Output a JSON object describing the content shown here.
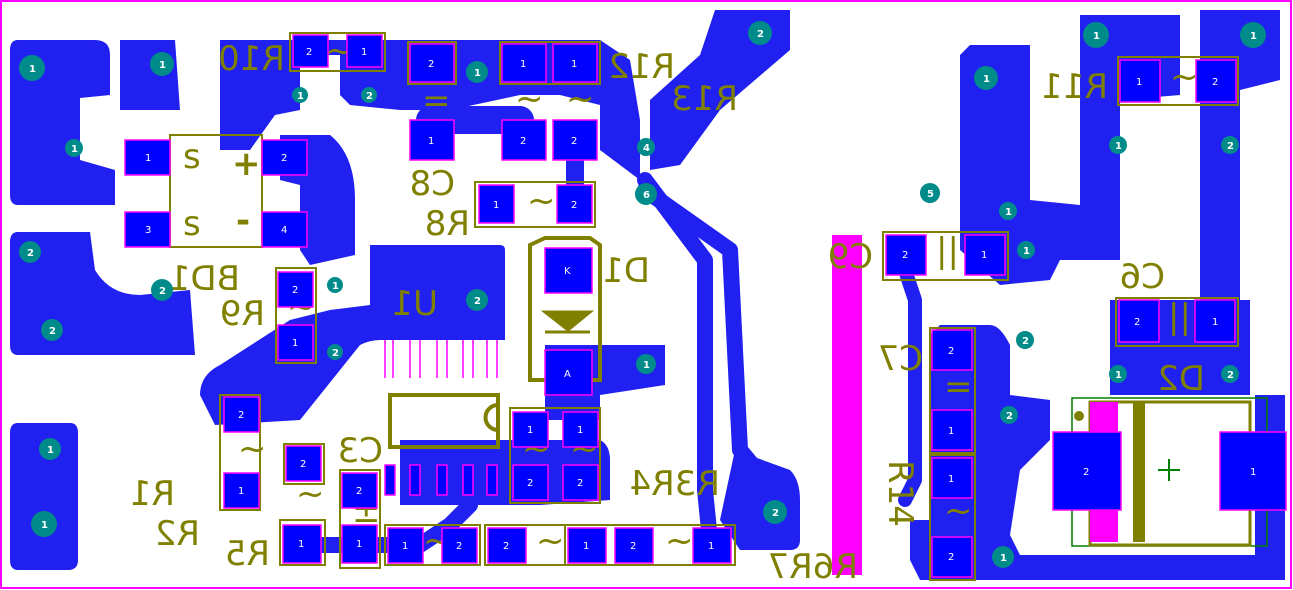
{
  "board": {
    "outline_color": "#ff00ff",
    "copper_color": "#2020f0",
    "silkscreen_color": "#808000",
    "via_color": "#008b8b",
    "pad_color": "#0000ff",
    "mirrored_view": true
  },
  "designators": {
    "R10": "R10",
    "R12": "R12",
    "R13": "R13",
    "R11": "R11",
    "C8": "C8",
    "R8": "R8",
    "BD1": "BD1",
    "R9": "R9",
    "U1": "U1",
    "D1": "D1",
    "C9": "C9",
    "C6": "C6",
    "C7": "C7",
    "D2": "D2",
    "R1": "R1",
    "R2": "R2",
    "R5": "R5",
    "C3": "C3",
    "R3R4": "R3R4",
    "R6R7": "R6R7",
    "R14": "R14"
  },
  "pad_labels": {
    "one": "1",
    "two": "2",
    "three": "3",
    "four": "4",
    "K": "K",
    "A": "A"
  },
  "via_labels": {
    "n1": "1",
    "n2": "2",
    "n4": "4",
    "n5": "5",
    "n6": "6"
  },
  "polarity": {
    "plus": "+",
    "minus": "-"
  }
}
